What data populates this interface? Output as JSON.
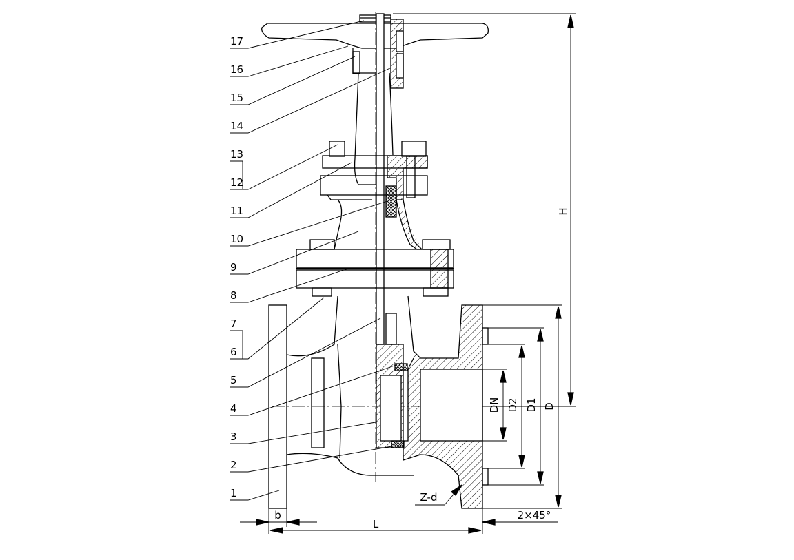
{
  "diagram": {
    "part_numbers": [
      "17",
      "16",
      "15",
      "14",
      "13",
      "12",
      "11",
      "10",
      "9",
      "8",
      "7",
      "6",
      "5",
      "4",
      "3",
      "2",
      "1"
    ],
    "dimensions": {
      "height": "H",
      "nominal_diameter": "DN",
      "d2": "D2",
      "d1": "D1",
      "flange_diameter": "D",
      "face_to_face": "L",
      "flange_thickness": "b",
      "bolt_holes": "Z-d",
      "chamfer": "2×45°"
    }
  }
}
